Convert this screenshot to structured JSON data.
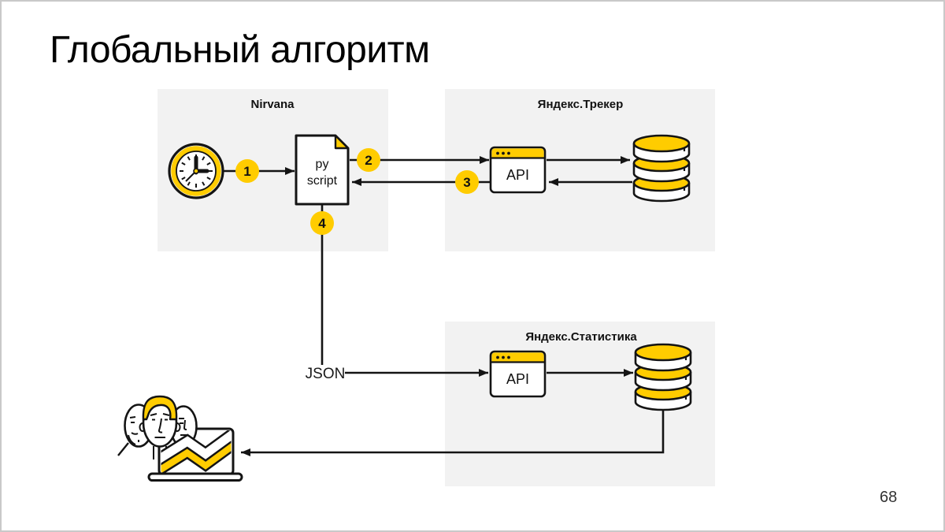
{
  "title": "Глобальный алгоритм",
  "page_number": "68",
  "diagram": {
    "groups": {
      "nirvana": "Nirvana",
      "tracker": "Яндекс.Трекер",
      "statistics": "Яндекс.Статистика"
    },
    "nodes": {
      "py_script": {
        "line1": "py",
        "line2": "script"
      },
      "tracker_api": "API",
      "statistics_api": "API"
    },
    "edge_labels": {
      "json": "JSON"
    },
    "steps": [
      "1",
      "2",
      "3",
      "4"
    ],
    "icons": [
      "clock-icon",
      "py-script-document-icon",
      "api-window-icon",
      "database-icon",
      "team-laptop-chart-icon"
    ],
    "colors": {
      "accent": "#FFCC00",
      "group_background": "#F2F2F2",
      "outline": "#141414",
      "slide_border": "#C9C9C9"
    }
  }
}
